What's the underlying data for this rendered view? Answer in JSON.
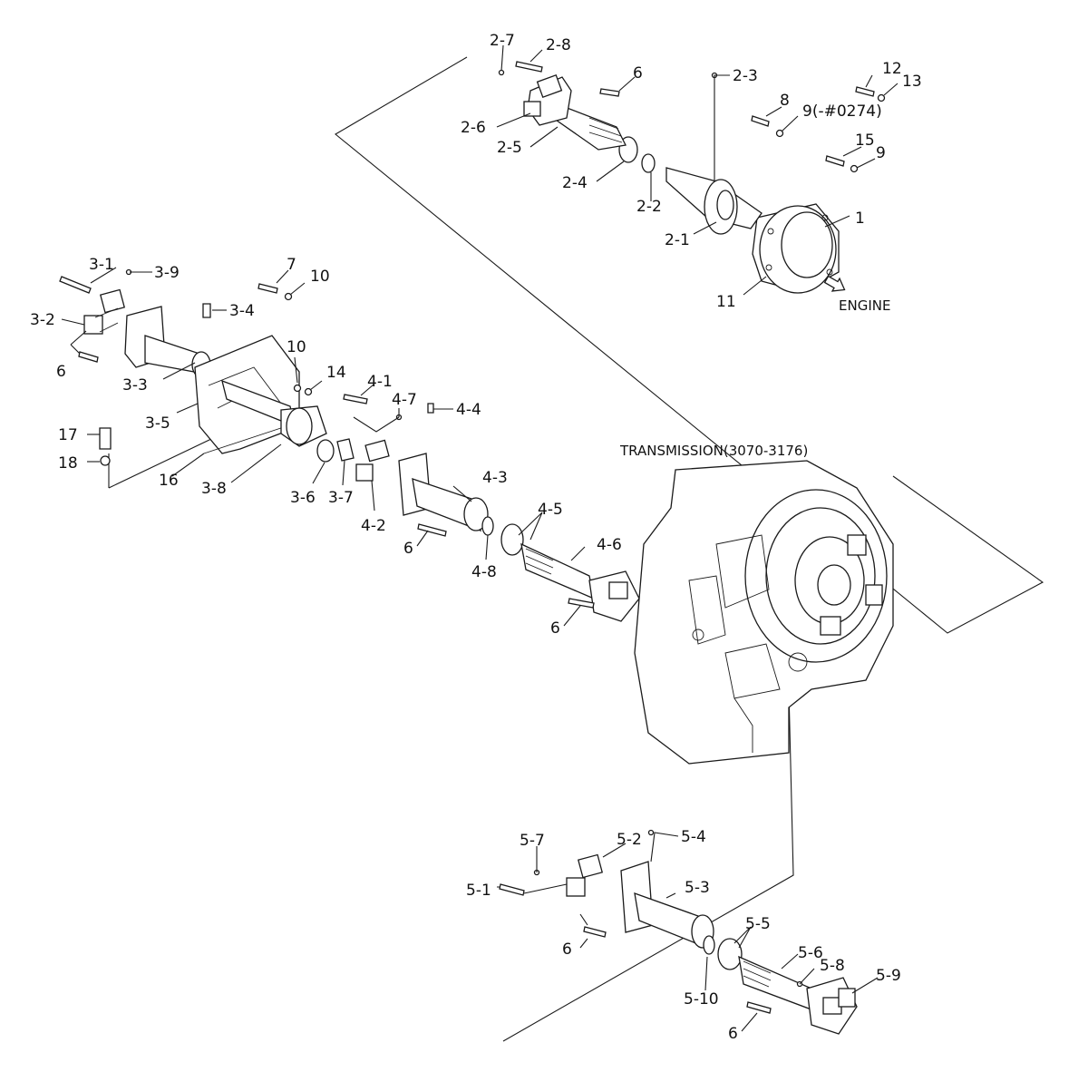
{
  "captions": {
    "engine": "ENGINE",
    "transmission": "TRANSMISSION(3070-3176)"
  },
  "labels": {
    "p2_7": "2-7",
    "p2_8": "2-8",
    "p6_a": "6",
    "p2_3": "2-3",
    "p12": "12",
    "p13": "13",
    "p8": "8",
    "p9_note": "9(-#0274)",
    "p2_6": "2-6",
    "p2_5": "2-5",
    "p15": "15",
    "p9_b": "9",
    "p2_4": "2-4",
    "p2_2": "2-2",
    "p2_1": "2-1",
    "p1": "1",
    "p11": "11",
    "p3_1": "3-1",
    "p3_9": "3-9",
    "p7": "7",
    "p10_a": "10",
    "p3_2": "3-2",
    "p3_4": "3-4",
    "p6_b": "6",
    "p10_b": "10",
    "p3_3": "3-3",
    "p14": "14",
    "p4_1": "4-1",
    "p4_7": "4-7",
    "p4_4": "4-4",
    "p3_5": "3-5",
    "p17": "17",
    "p18": "18",
    "p16": "16",
    "p3_8": "3-8",
    "p3_6": "3-6",
    "p3_7": "3-7",
    "p4_2": "4-2",
    "p4_3": "4-3",
    "p4_5": "4-5",
    "p6_c": "6",
    "p4_8": "4-8",
    "p4_6": "4-6",
    "p6_d": "6",
    "p5_7": "5-7",
    "p5_2": "5-2",
    "p5_4": "5-4",
    "p5_3": "5-3",
    "p5_1": "5-1",
    "p5_5": "5-5",
    "p6_e": "6",
    "p5_6": "5-6",
    "p5_8": "5-8",
    "p5_9": "5-9",
    "p5_10": "5-10",
    "p6_f": "6"
  }
}
